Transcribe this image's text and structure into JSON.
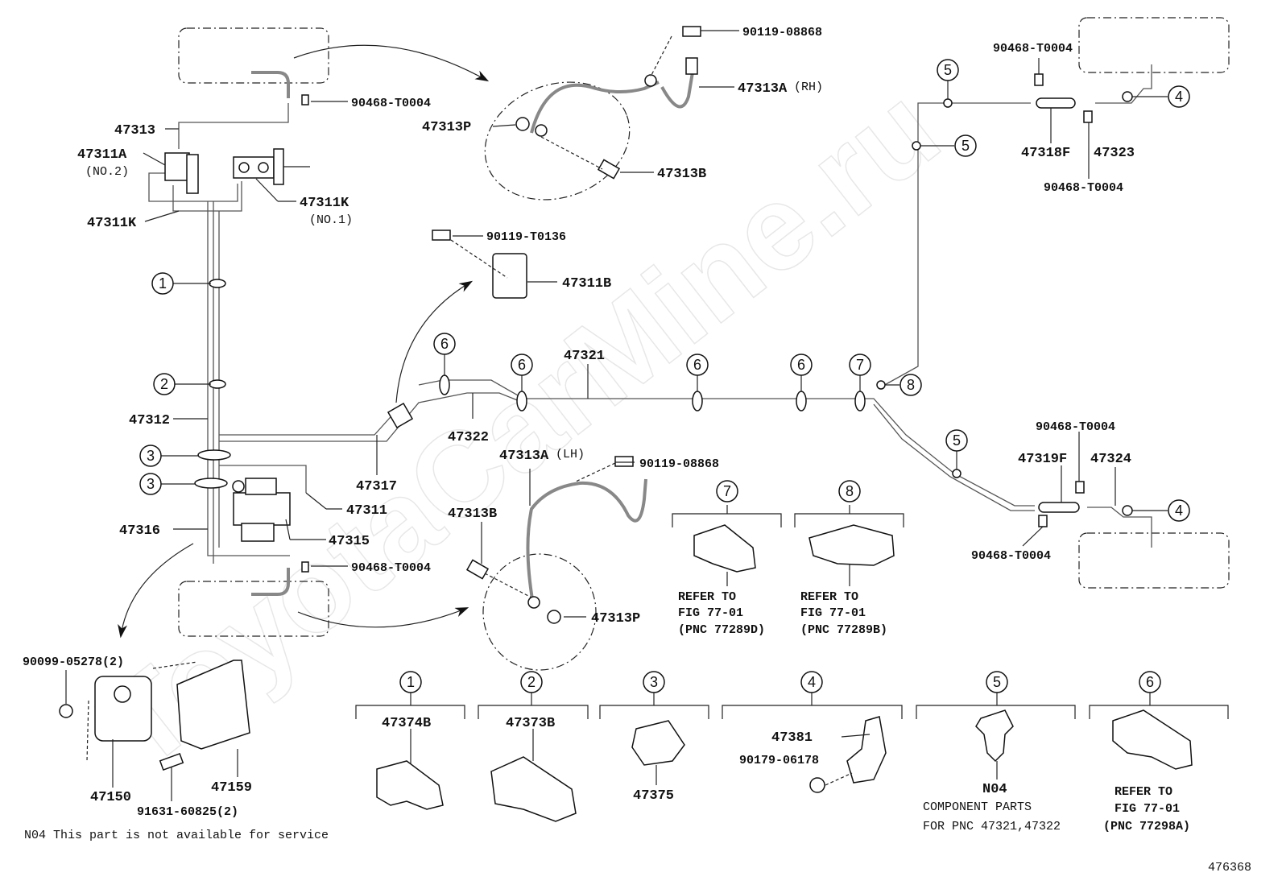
{
  "watermark": "ToyotaCarMine.ru",
  "labels": {
    "p90119_08868_top": "90119-08868",
    "p47313A_rh": "47313A",
    "rh": "(RH)",
    "p47313P_top": "47313P",
    "p47313B_top": "47313B",
    "p90468_1": "90468-T0004",
    "p47313": "47313",
    "p47311A": "47311A",
    "no2": "(NO.2)",
    "p47311K_right": "47311K",
    "no1": "(NO.1)",
    "p47311K_left": "47311K",
    "p90119_T0136": "90119-T0136",
    "p47311B": "47311B",
    "p47312": "47312",
    "p47321": "47321",
    "p47322": "47322",
    "p47317": "47317",
    "p47311": "47311",
    "p47315": "47315",
    "p47316": "47316",
    "p90468_2": "90468-T0004",
    "p47313A_lh": "47313A",
    "lh": "(LH)",
    "p90119_08868_mid": "90119-08868",
    "p47313B_mid": "47313B",
    "p47313P_mid": "47313P",
    "p90468_r1": "90468-T0004",
    "p47318F": "47318F",
    "p47323": "47323",
    "p90468_r2": "90468-T0004",
    "p90468_r3": "90468-T0004",
    "p47319F": "47319F",
    "p47324": "47324",
    "p90468_r4": "90468-T0004",
    "p90099": "90099-05278(2)",
    "p47150": "47150",
    "p47159": "47159",
    "p91631": "91631-60825(2)",
    "p47374B": "47374B",
    "p47373B": "47373B",
    "p47375": "47375",
    "p47381": "47381",
    "p90179": "90179-06178",
    "n04": "N04",
    "n04_comp1": "COMPONENT PARTS",
    "n04_comp2": "FOR PNC 47321,47322",
    "footnote": "N04 This part is not available for service",
    "fig_number": "476368"
  },
  "callouts": [
    "1",
    "2",
    "3",
    "4",
    "5",
    "6",
    "7",
    "8"
  ],
  "refer7": {
    "l1": "REFER TO",
    "l2": "FIG 77-01",
    "l3": "(PNC 77289D)"
  },
  "refer8": {
    "l1": "REFER TO",
    "l2": "FIG 77-01",
    "l3": "(PNC 77289B)"
  },
  "refer6": {
    "l1": "REFER TO",
    "l2": "FIG 77-01",
    "l3": "(PNC 77298A)"
  }
}
